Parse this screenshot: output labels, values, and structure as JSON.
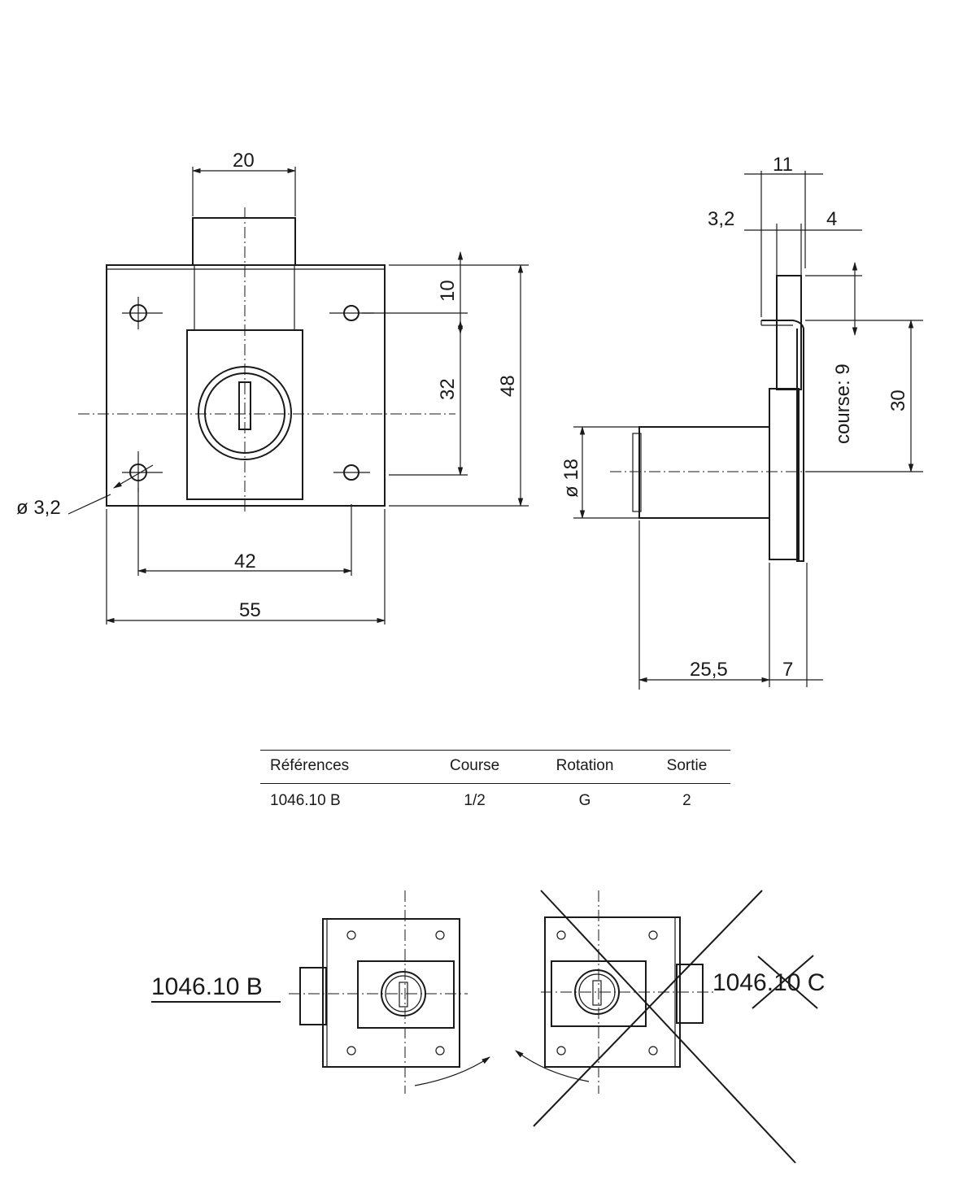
{
  "front_view": {
    "dims": {
      "bolt_width": "20",
      "top_to_bolt_hole": "10",
      "hole_spacing_vertical": "32",
      "total_height": "48",
      "hole_diameter": "ø 3,2",
      "hole_spacing_horizontal": "42",
      "total_width": "55"
    }
  },
  "side_view": {
    "dims": {
      "top_width": "11",
      "plate_thickness": "3,2",
      "bolt_gap": "4",
      "course": "course: 9",
      "bolt_height": "30",
      "cylinder_diameter": "ø 18",
      "cylinder_length": "25,5",
      "body_depth": "7"
    }
  },
  "table": {
    "headers": [
      "Références",
      "Course",
      "Rotation",
      "Sortie"
    ],
    "rows": [
      [
        "1046.10 B",
        "1/2",
        "G",
        "2"
      ]
    ]
  },
  "variants": {
    "valid_label": "1046.10 B",
    "invalid_label": "1046.10 C"
  }
}
